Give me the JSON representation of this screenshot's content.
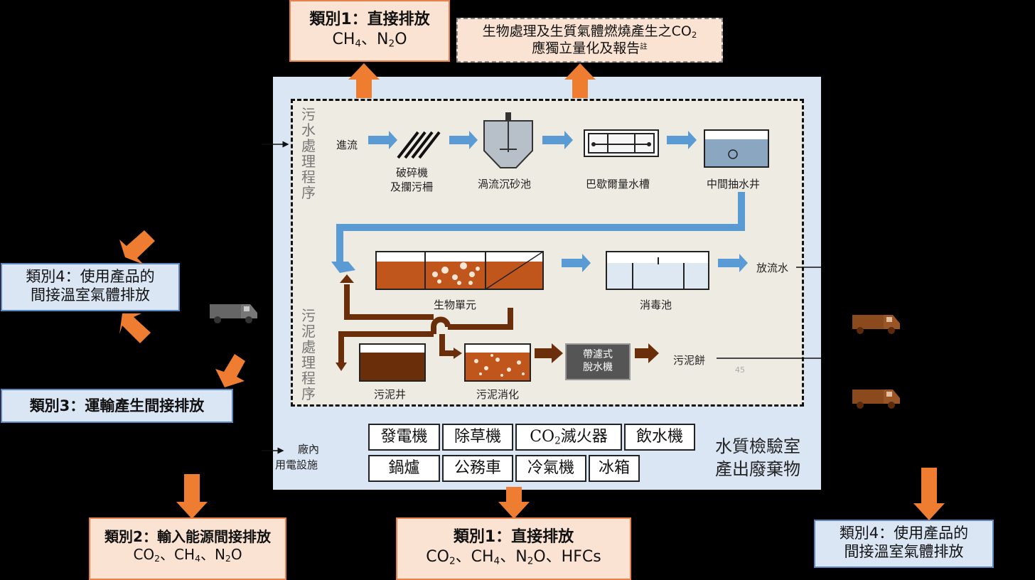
{
  "top_left": {
    "title": "類別1：直接排放",
    "gases": [
      "CH",
      "4",
      "、N",
      "2",
      "O"
    ]
  },
  "top_right": {
    "line1": "生物處理及生質氣體燃燒產生之CO",
    "line1_sub": "2",
    "line2": "應獨立量化及報告",
    "line2_sup": "註"
  },
  "left_cat4": {
    "line1": "類別4：使用產品的",
    "line2": "間接溫室氣體排放"
  },
  "left_cat3": {
    "text": "類別3：運輸產生間接排放"
  },
  "bottom_cat2": {
    "title": "類別2：輸入能源間接排放",
    "gases": [
      "CO",
      "2",
      "、CH",
      "4",
      "、N",
      "2",
      "O"
    ]
  },
  "bottom_cat1": {
    "title": "類別1：直接排放",
    "gases": [
      "CO",
      "2",
      "、CH",
      "4",
      "、N",
      "2",
      "O、HFCs"
    ]
  },
  "right_cat4": {
    "line1": "類別4：使用產品的",
    "line2": "間接溫室氣體排放"
  },
  "sewage_label": "污水處理程序",
  "sludge_label": "污泥處理程序",
  "process": {
    "inflow": "進流",
    "crusher_1": "破碎機",
    "crusher_2": "及攔污柵",
    "vortex": "渦流沉砂池",
    "parshall": "巴歇爾量水槽",
    "pump_well": "中間抽水井",
    "bio_unit": "生物單元",
    "disinfect": "消毒池",
    "effluent": "放流水",
    "sludge_well": "污泥井",
    "digestion": "污泥消化",
    "belt_1": "帶濾式",
    "belt_2": "脫水機",
    "cake": "污泥餅",
    "page_num": "45"
  },
  "facility_label_1": "廠內",
  "facility_label_2": "用電設施",
  "equipment": {
    "generator": "發電機",
    "weeder": "除草機",
    "co2_ext_pre": "CO",
    "co2_ext_sub": "2",
    "co2_ext_post": "滅火器",
    "water_dispenser": "飲水機",
    "boiler": "鍋爐",
    "official_car": "公務車",
    "air_con": "冷氣機",
    "fridge": "冰箱"
  },
  "lab_1": "水質檢驗室",
  "lab_2": "產出廢棄物",
  "colors": {
    "orange": "#ee7d31",
    "blue_arrow": "#5b9bd5",
    "sludge": "#7b3a10",
    "truck_gray": "#666666",
    "truck_brown": "#8b4a1e"
  }
}
